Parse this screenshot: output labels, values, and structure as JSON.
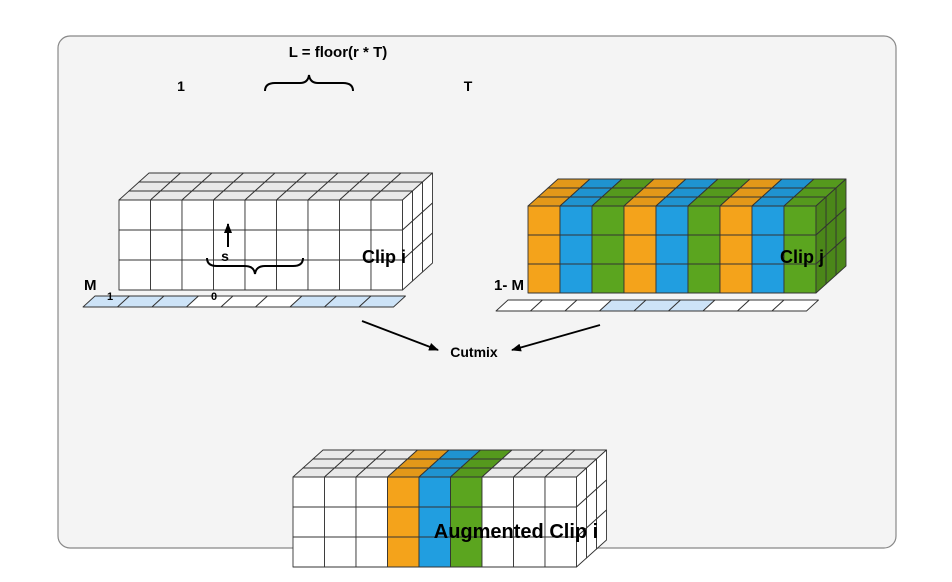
{
  "labels": {
    "length_formula": "L = floor(r * T)",
    "frame_first": "1",
    "frame_last": "T",
    "start_index": "s",
    "clip_i": "Clip i",
    "clip_j": "Clip j",
    "mask": "M",
    "mask_one": "1",
    "mask_zero": "0",
    "inverse_mask": "1- M",
    "cutmix": "Cutmix",
    "augmented": "Augmented Clip i"
  },
  "colors": {
    "frame_white": "#ffffff",
    "frame_grey": "#e9e9e9",
    "orange": "#f4a31b",
    "blue": "#219ee0",
    "green": "#5ba51f",
    "mask_fill": "#cde3f7",
    "panel_bg": "#f4f4f4"
  },
  "clip_i": {
    "frames": 9,
    "rows": 3,
    "depth": 3,
    "frame_colors": [
      "white",
      "white",
      "white",
      "white",
      "white",
      "white",
      "white",
      "white",
      "white"
    ]
  },
  "clip_j": {
    "frames": 9,
    "rows": 3,
    "depth": 3,
    "frame_colors": [
      "orange",
      "blue",
      "green",
      "orange",
      "blue",
      "green",
      "orange",
      "blue",
      "green"
    ]
  },
  "augmented": {
    "frames": 9,
    "rows": 3,
    "depth": 3,
    "frame_colors": [
      "white",
      "white",
      "white",
      "orange",
      "blue",
      "green",
      "white",
      "white",
      "white"
    ]
  },
  "mask_m": {
    "cells": [
      1,
      1,
      1,
      0,
      0,
      0,
      1,
      1,
      1
    ]
  },
  "mask_1m": {
    "cells": [
      0,
      0,
      0,
      1,
      1,
      1,
      0,
      0,
      0
    ]
  }
}
